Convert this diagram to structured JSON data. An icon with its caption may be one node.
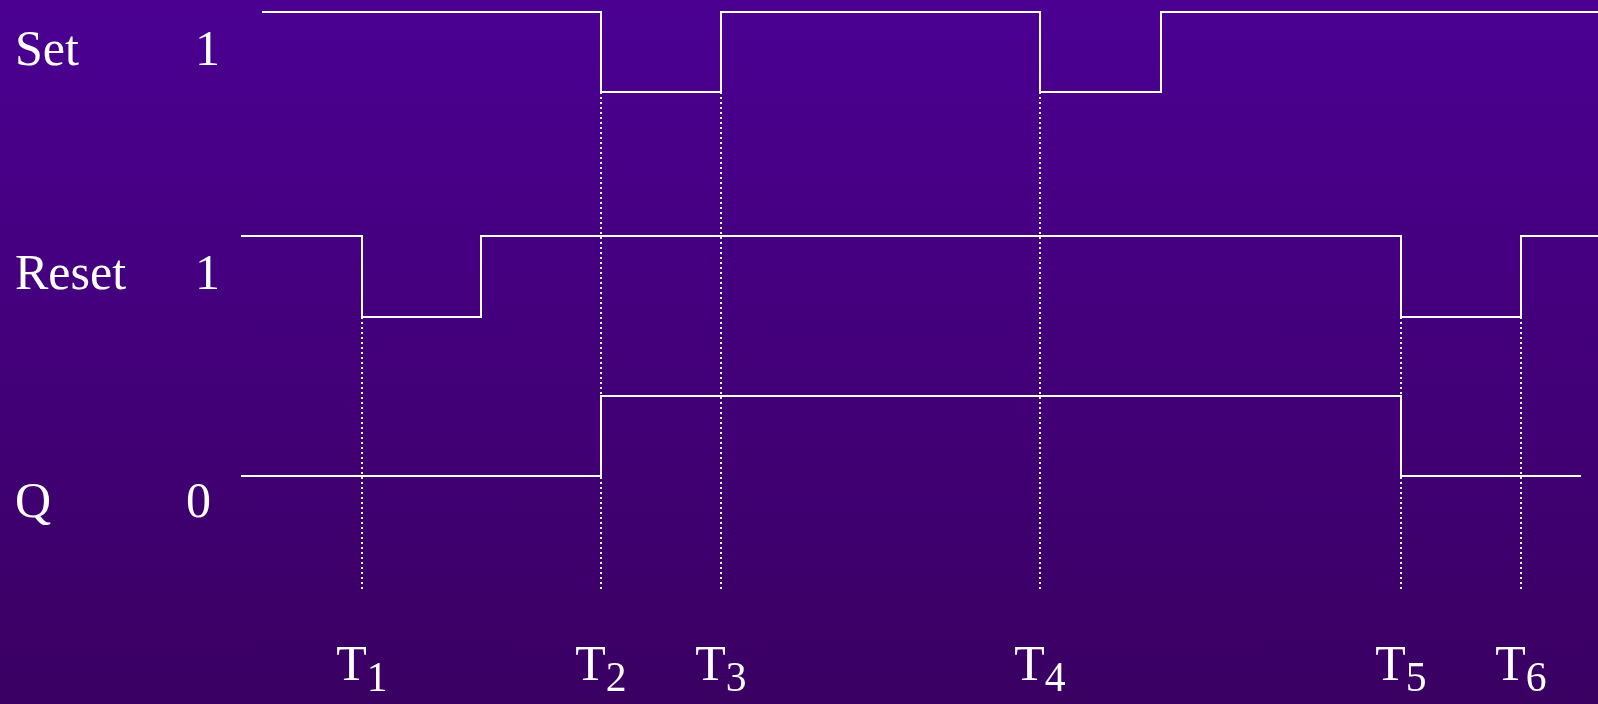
{
  "diagram": {
    "labels": [
      "Set",
      "1",
      "Reset",
      "1",
      "Q",
      "0",
      "T$_{1}$",
      "T$_{2}$",
      "T$_{3}$",
      "T$_{4}$",
      "T$_{5}$",
      "T$_{6}$"
    ]
  }
}
